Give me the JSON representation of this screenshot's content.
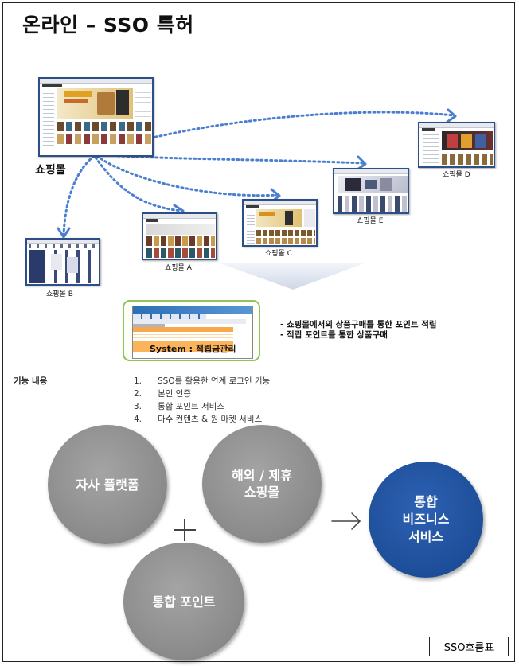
{
  "title": "온라인 – SSO 특허",
  "main_mall_label": "쇼핑몰",
  "malls": {
    "a": "쇼핑몰 A",
    "b": "쇼핑몰 B",
    "c": "쇼핑몰 C",
    "d": "쇼핑몰 D",
    "e": "쇼핑몰 E"
  },
  "system_label": "System : 적립금관리",
  "bullets": [
    "- 쇼핑몰에서의 상품구매를 통한 포인트 적립",
    "- 적립 포인트를 통한 상품구매"
  ],
  "features": {
    "label": "기능 내용",
    "items": [
      {
        "num": "1.",
        "text": "SSO를 활용한 연계 로그인 기능"
      },
      {
        "num": "2.",
        "text": "본인 인증"
      },
      {
        "num": "3.",
        "text": "통합 포인트 서비스"
      },
      {
        "num": "4.",
        "text": "다수 컨텐츠 & 원 마켓 서비스"
      }
    ]
  },
  "circles": {
    "own_platform": "자사 플랫폼",
    "overseas_line1": "해외 / 제휴",
    "overseas_line2": "쇼핑몰",
    "integrated_point": "통합 포인트",
    "business_line1": "통합",
    "business_line2": "비즈니스",
    "business_line3": "서비스"
  },
  "legend": "SSO흐름표",
  "colors": {
    "frame_blue": "#2b4f86",
    "dotted_arrow": "#4a7fcf",
    "circle_gray": "#8c8c8c",
    "circle_blue": "#1d4e99",
    "system_border": "#8fc45a",
    "system_orange": "#f7a84a"
  }
}
